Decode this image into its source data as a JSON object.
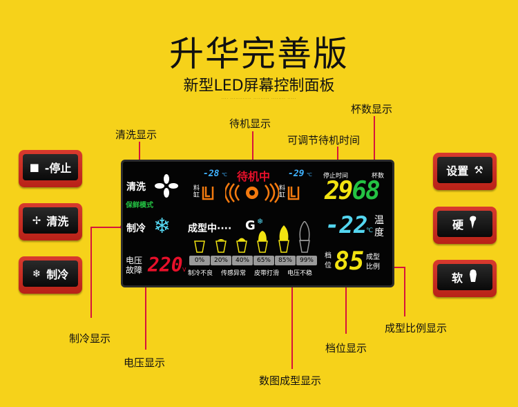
{
  "header": {
    "title": "升华完善版",
    "subtitle": "新型LED屏幕控制面板",
    "fine_print": "···· ············ ········· ········ ·····"
  },
  "callouts": {
    "cleaning_display": "清洗显示",
    "standby_display": "待机显示",
    "adjustable_standby_time": "可调节待机时间",
    "cup_count_display": "杯数显示",
    "cooling_display": "制冷显示",
    "voltage_display": "电压显示",
    "graphic_forming_display": "数图成型显示",
    "gear_display": "档位显示",
    "forming_ratio_display": "成型比例显示"
  },
  "left_buttons": [
    {
      "icon": "stop-square-icon",
      "label": "-停止"
    },
    {
      "icon": "fan-icon",
      "label": "清洗"
    },
    {
      "icon": "snowflake-icon",
      "label": "制冷"
    }
  ],
  "right_buttons": [
    {
      "icon": "tools-icon",
      "label": "设置"
    },
    {
      "icon": "soft-serve-icon",
      "label": "硬"
    },
    {
      "icon": "soft-serve-icon",
      "label": "软"
    }
  ],
  "lcd": {
    "clean_label": "清洗",
    "fresh_mode": "保鲜模式",
    "cool_label": "制冷",
    "temp_left": "-28",
    "temp_right": "-29",
    "temp_unit": "℃",
    "tank_label_left": "料缸",
    "tank_label_right": "料缸",
    "standby": "待机中",
    "stop_time_label": "停止时间",
    "cup_label": "杯数",
    "cup_count": "2968",
    "forming": "成型中····",
    "forming_g": "G",
    "temp_main": "-22",
    "temp_main_unit": "℃",
    "temp_word": "温度",
    "percentages": [
      "0%",
      "20%",
      "40%",
      "65%",
      "85%",
      "99%"
    ],
    "voltage_label": "电压故障",
    "voltage_value": "220",
    "voltage_unit": "V",
    "fault_cooling": "制冷不良",
    "fault_sensor": "传感异常",
    "fault_belt": "皮带打滑",
    "fault_voltage": "电压不稳",
    "gear_label": "档位",
    "gear_value": "85",
    "ratio_label": "成型比例"
  },
  "colors": {
    "background": "#f6d21a",
    "callout_line": "#d6133c",
    "lcd_red": "#e8102a",
    "lcd_orange": "#f47a0f",
    "lcd_yellow": "#f2e311",
    "lcd_green": "#24c243",
    "lcd_cyan": "#54d6f0",
    "lcd_blue": "#3fb2ff"
  }
}
